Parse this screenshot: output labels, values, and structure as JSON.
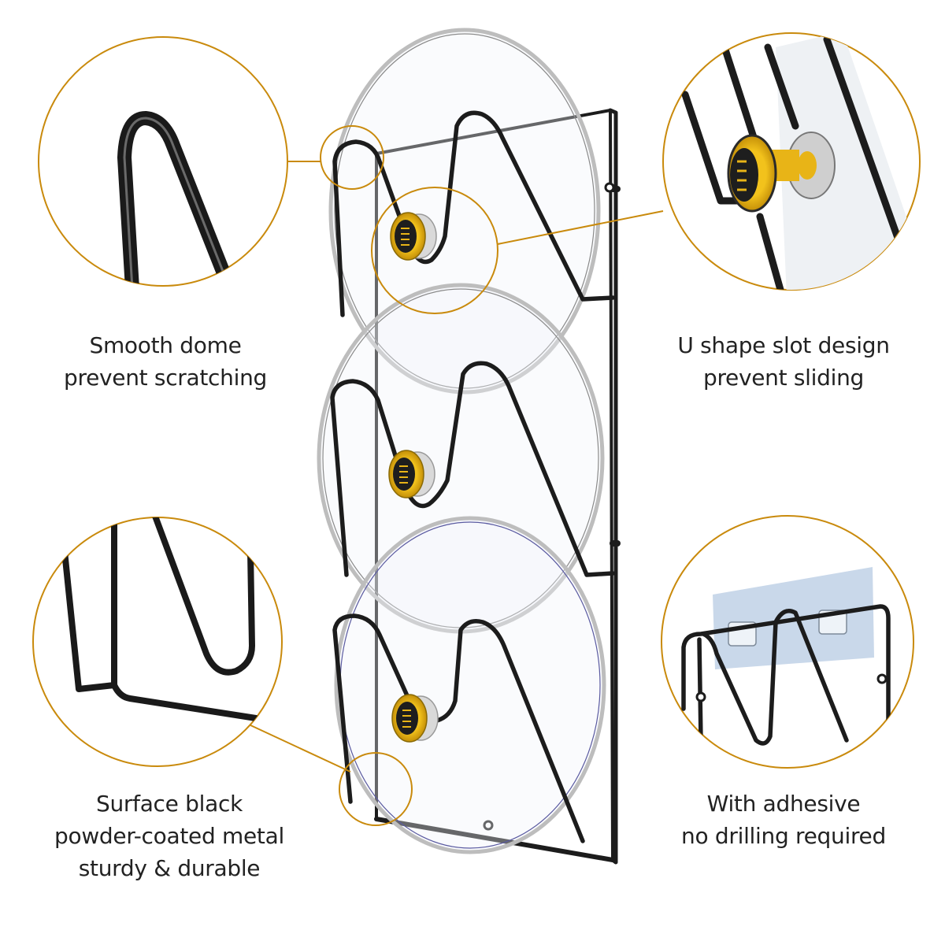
{
  "product": {
    "name": "Wall-mounted pot lid rack",
    "lid_count": 3,
    "colors": {
      "frame": "#1c1c1c",
      "lid_rim": "#b8b8b8",
      "knob_ring": "#e8b417",
      "knob_face": "#1e1e1e",
      "callout": "#c98a0c",
      "adhesive_pad": "#c9d8ea"
    }
  },
  "callouts": {
    "top_left": {
      "icon": "smooth-dome-closeup",
      "lines": [
        "Smooth dome",
        "prevent scratching"
      ]
    },
    "top_right": {
      "icon": "u-slot-knob-closeup",
      "lines": [
        "U shape slot design",
        "prevent sliding"
      ]
    },
    "bottom_left": {
      "icon": "powder-coated-corner-closeup",
      "lines": [
        "Surface black",
        "powder-coated metal",
        "sturdy & durable"
      ]
    },
    "bottom_right": {
      "icon": "adhesive-mount-closeup",
      "lines": [
        "With adhesive",
        "no drilling required"
      ]
    }
  }
}
